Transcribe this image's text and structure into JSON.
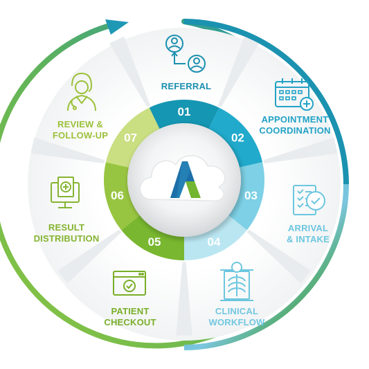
{
  "steps": [
    {
      "number": "01",
      "lines": [
        "REFERRAL"
      ],
      "icon": "referral-users-icon",
      "segment_color": "#1596B2",
      "text_color": "#1A8FAE"
    },
    {
      "number": "02",
      "lines": [
        "APPOINTMENT",
        "COORDINATION"
      ],
      "icon": "calendar-plus-icon",
      "segment_color": "#21AACB",
      "text_color": "#22A2C6"
    },
    {
      "number": "03",
      "lines": [
        "ARRIVAL",
        "& INTAKE"
      ],
      "icon": "checklist-clipboard-icon",
      "segment_color": "#7DD0E5",
      "text_color": "#6CC6DF"
    },
    {
      "number": "04",
      "lines": [
        "CLINICAL",
        "WORKFLOW"
      ],
      "icon": "xray-patient-icon",
      "segment_color": "#B9E6F1",
      "text_color": "#72C7E0"
    },
    {
      "number": "05",
      "lines": [
        "PATIENT",
        "CHECKOUT"
      ],
      "icon": "browser-check-icon",
      "segment_color": "#78B72F",
      "text_color": "#79AE28"
    },
    {
      "number": "06",
      "lines": [
        "RESULT",
        "DISTRIBUTION"
      ],
      "icon": "medical-monitor-icon",
      "segment_color": "#98C541",
      "text_color": "#85B431"
    },
    {
      "number": "07",
      "lines": [
        "REVIEW &",
        "FOLLOW-UP"
      ],
      "icon": "doctor-icon",
      "segment_color": "#CADE82",
      "text_color": "#9CC13B"
    }
  ],
  "center": {
    "logo": "cloud-logo-icon",
    "logo_colors": [
      "#1C6FA8",
      "#72B531"
    ]
  },
  "cycle_ring": {
    "colors": [
      "#1A8FAE",
      "#6DC6E2",
      "#5FAE2E",
      "#8FC23A"
    ],
    "arrow": "cycle-arrow-icon"
  }
}
